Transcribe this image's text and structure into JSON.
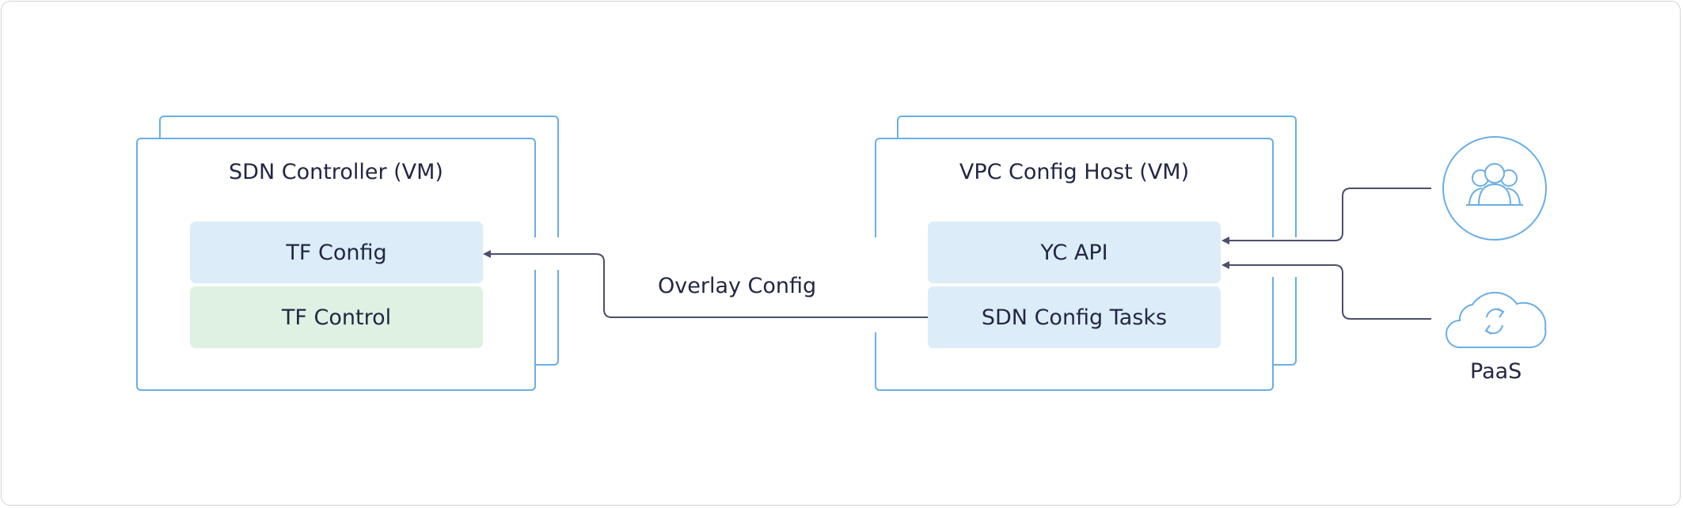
{
  "diagram": {
    "sdn_controller": {
      "title": "SDN Controller (VM)",
      "tf_config": "TF Config",
      "tf_control": "TF Control"
    },
    "vpc_host": {
      "title": "VPC Config Host (VM)",
      "yc_api": "YC API",
      "sdn_config_tasks": "SDN Config Tasks"
    },
    "edge_label": "Overlay Config",
    "paas_label": "PaaS",
    "icons": [
      "users-icon",
      "cloud-sync-icon"
    ],
    "colors": {
      "box_border": "#6aaee6",
      "inner_blue": "#dcecf8",
      "inner_green": "#dff1e2",
      "arrow": "#4b4e6d",
      "text": "#232744"
    }
  }
}
